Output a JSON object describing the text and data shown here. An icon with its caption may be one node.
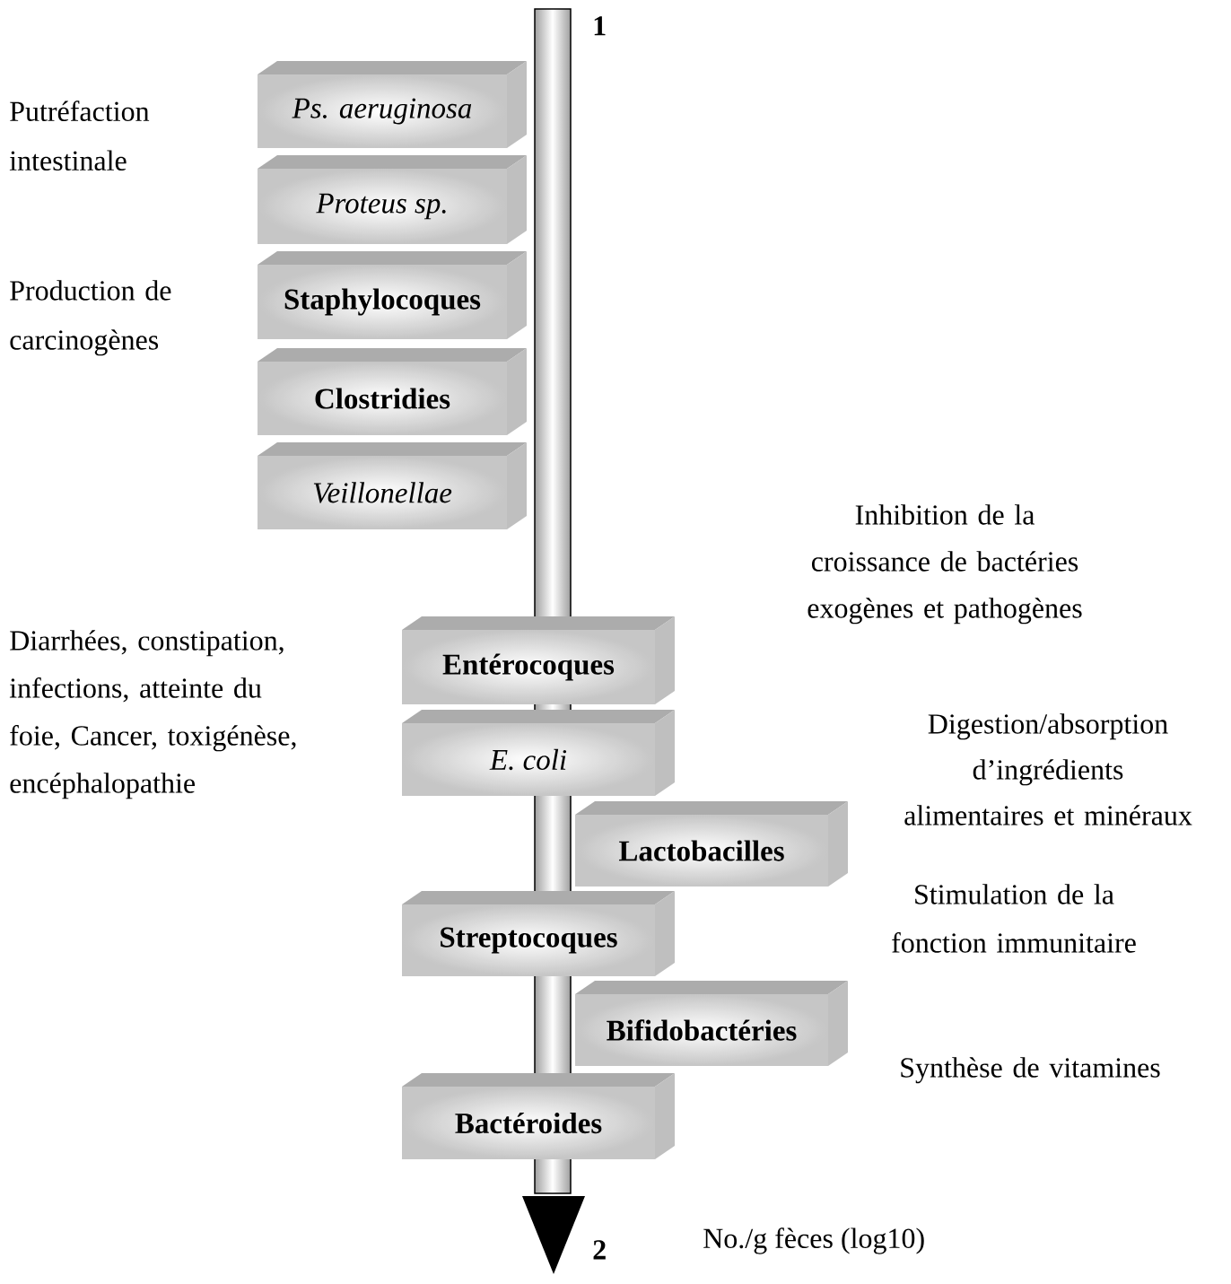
{
  "diagram": {
    "nodes": [
      {
        "text": [
          "Ps. aeruginosa"
        ]
      },
      {
        "text": [
          "Proteus sp."
        ]
      },
      {
        "text": [
          "Staphylocoques"
        ]
      },
      {
        "text": [
          "Clostridies"
        ]
      },
      {
        "text": [
          "Veillonellae"
        ]
      },
      {
        "text": [
          "Entérocoques"
        ]
      },
      {
        "text": [
          "E. coli"
        ]
      },
      {
        "text": [
          "Lactobacilles"
        ]
      },
      {
        "text": [
          "Streptocoques"
        ]
      },
      {
        "text": [
          "Bifidobactéries"
        ]
      },
      {
        "text": [
          "Bactéroides"
        ]
      }
    ],
    "labels": [
      "1",
      "Putréfaction intestinale",
      "Production de carcinogènes",
      "Inhibition de la croissance de bactéries exogènes et pathogènes",
      "Diarrhées, constipation, infections, atteinte du foie, Cancer, toxigénèse, encéphalopathie",
      "Digestion/absorption d’ingrédients alimentaires et minéraux",
      "Stimulation de la fonction immunitaire",
      "Synthèse de vitamines",
      "2",
      "No./g fèces (log10)"
    ]
  }
}
